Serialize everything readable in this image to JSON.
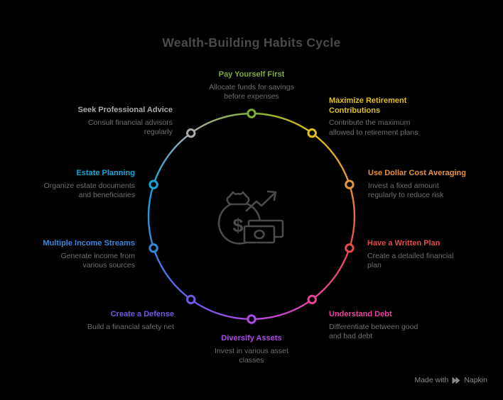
{
  "background": "#000000",
  "title": {
    "text": "Wealth-Building Habits Cycle",
    "color": "#4a4a4a"
  },
  "cycle": {
    "node_fill": "#000000",
    "description_color": "#6f6f6f",
    "center_icon": "money-growth-icon",
    "items": [
      {
        "label": "Pay Yourself First",
        "description": "Allocate funds for savings before expenses",
        "color": "#7fae33"
      },
      {
        "label": "Maximize Retirement Contributions",
        "description": "Contribute the maximum allowed to retirement plans",
        "color": "#dfc01c"
      },
      {
        "label": "Use Dollar Cost Averaging",
        "description": "Invest a fixed amount regularly to reduce risk",
        "color": "#e8923a"
      },
      {
        "label": "Have a Written Plan",
        "description": "Create a detailed financial plan",
        "color": "#e74c48"
      },
      {
        "label": "Understand Debt",
        "description": "Differentiate between good and bad debt",
        "color": "#e8429e"
      },
      {
        "label": "Diversify Assets",
        "description": "Invest in various asset classes",
        "color": "#ad4be4"
      },
      {
        "label": "Create a Defense",
        "description": "Build a financial safety net",
        "color": "#6e5be8"
      },
      {
        "label": "Multiple Income Streams",
        "description": "Generate income from various sources",
        "color": "#3a87dd"
      },
      {
        "label": "Estate Planning",
        "description": "Organize estate documents and beneficiaries",
        "color": "#14a5da"
      },
      {
        "label": "Seek Professional Advice",
        "description": "Consult financial advisors regularly",
        "color": "#aaaaaa"
      }
    ]
  },
  "footer": {
    "made_with": "Made with",
    "brand": "Napkin",
    "icon": "napkin-logo-icon",
    "color": "#8b8b8b"
  }
}
